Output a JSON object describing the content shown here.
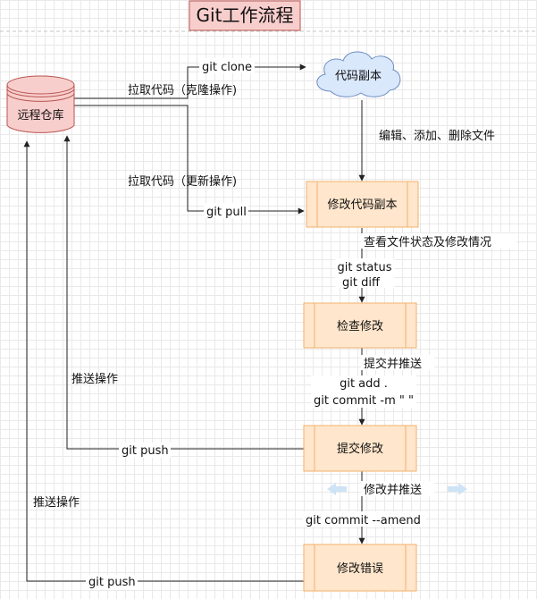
{
  "title": "Git工作流程",
  "nodes": {
    "remote": "远程仓库",
    "copy": "代码副本",
    "modify": "修改代码副本",
    "check": "检查修改",
    "commit": "提交修改",
    "fix": "修改错误"
  },
  "labels": {
    "pull_clone": "拉取代码（克隆操作)",
    "git_clone": "git clone",
    "pull_update": "拉取代码（更新操作)",
    "git_pull": "git pull",
    "edit_files": "编辑、添加、删除文件",
    "view_status": "查看文件状态及修改情况",
    "git_status": "git status",
    "git_diff": "git diff",
    "submit_push_1": "提交并推送",
    "git_add": "git add .",
    "git_commit": "git commit -m \" \"",
    "push_op_1": "推送操作",
    "git_push_1": "git push",
    "fix_push": "修改并推送",
    "git_amend": "git commit --amend",
    "push_op_2": "推送操作",
    "git_push_2": "git push"
  },
  "colors": {
    "title_fill": "#f8cecc",
    "title_stroke": "#b85450",
    "db_fill": "#f8cecc",
    "db_stroke": "#b85450",
    "cloud_fill": "#dae8fc",
    "cloud_stroke": "#6c8ebf",
    "process_fill": "#ffe6cc",
    "process_stroke": "#f0b26b",
    "line": "#222222",
    "faint_arrow": "#cfe3f7"
  }
}
